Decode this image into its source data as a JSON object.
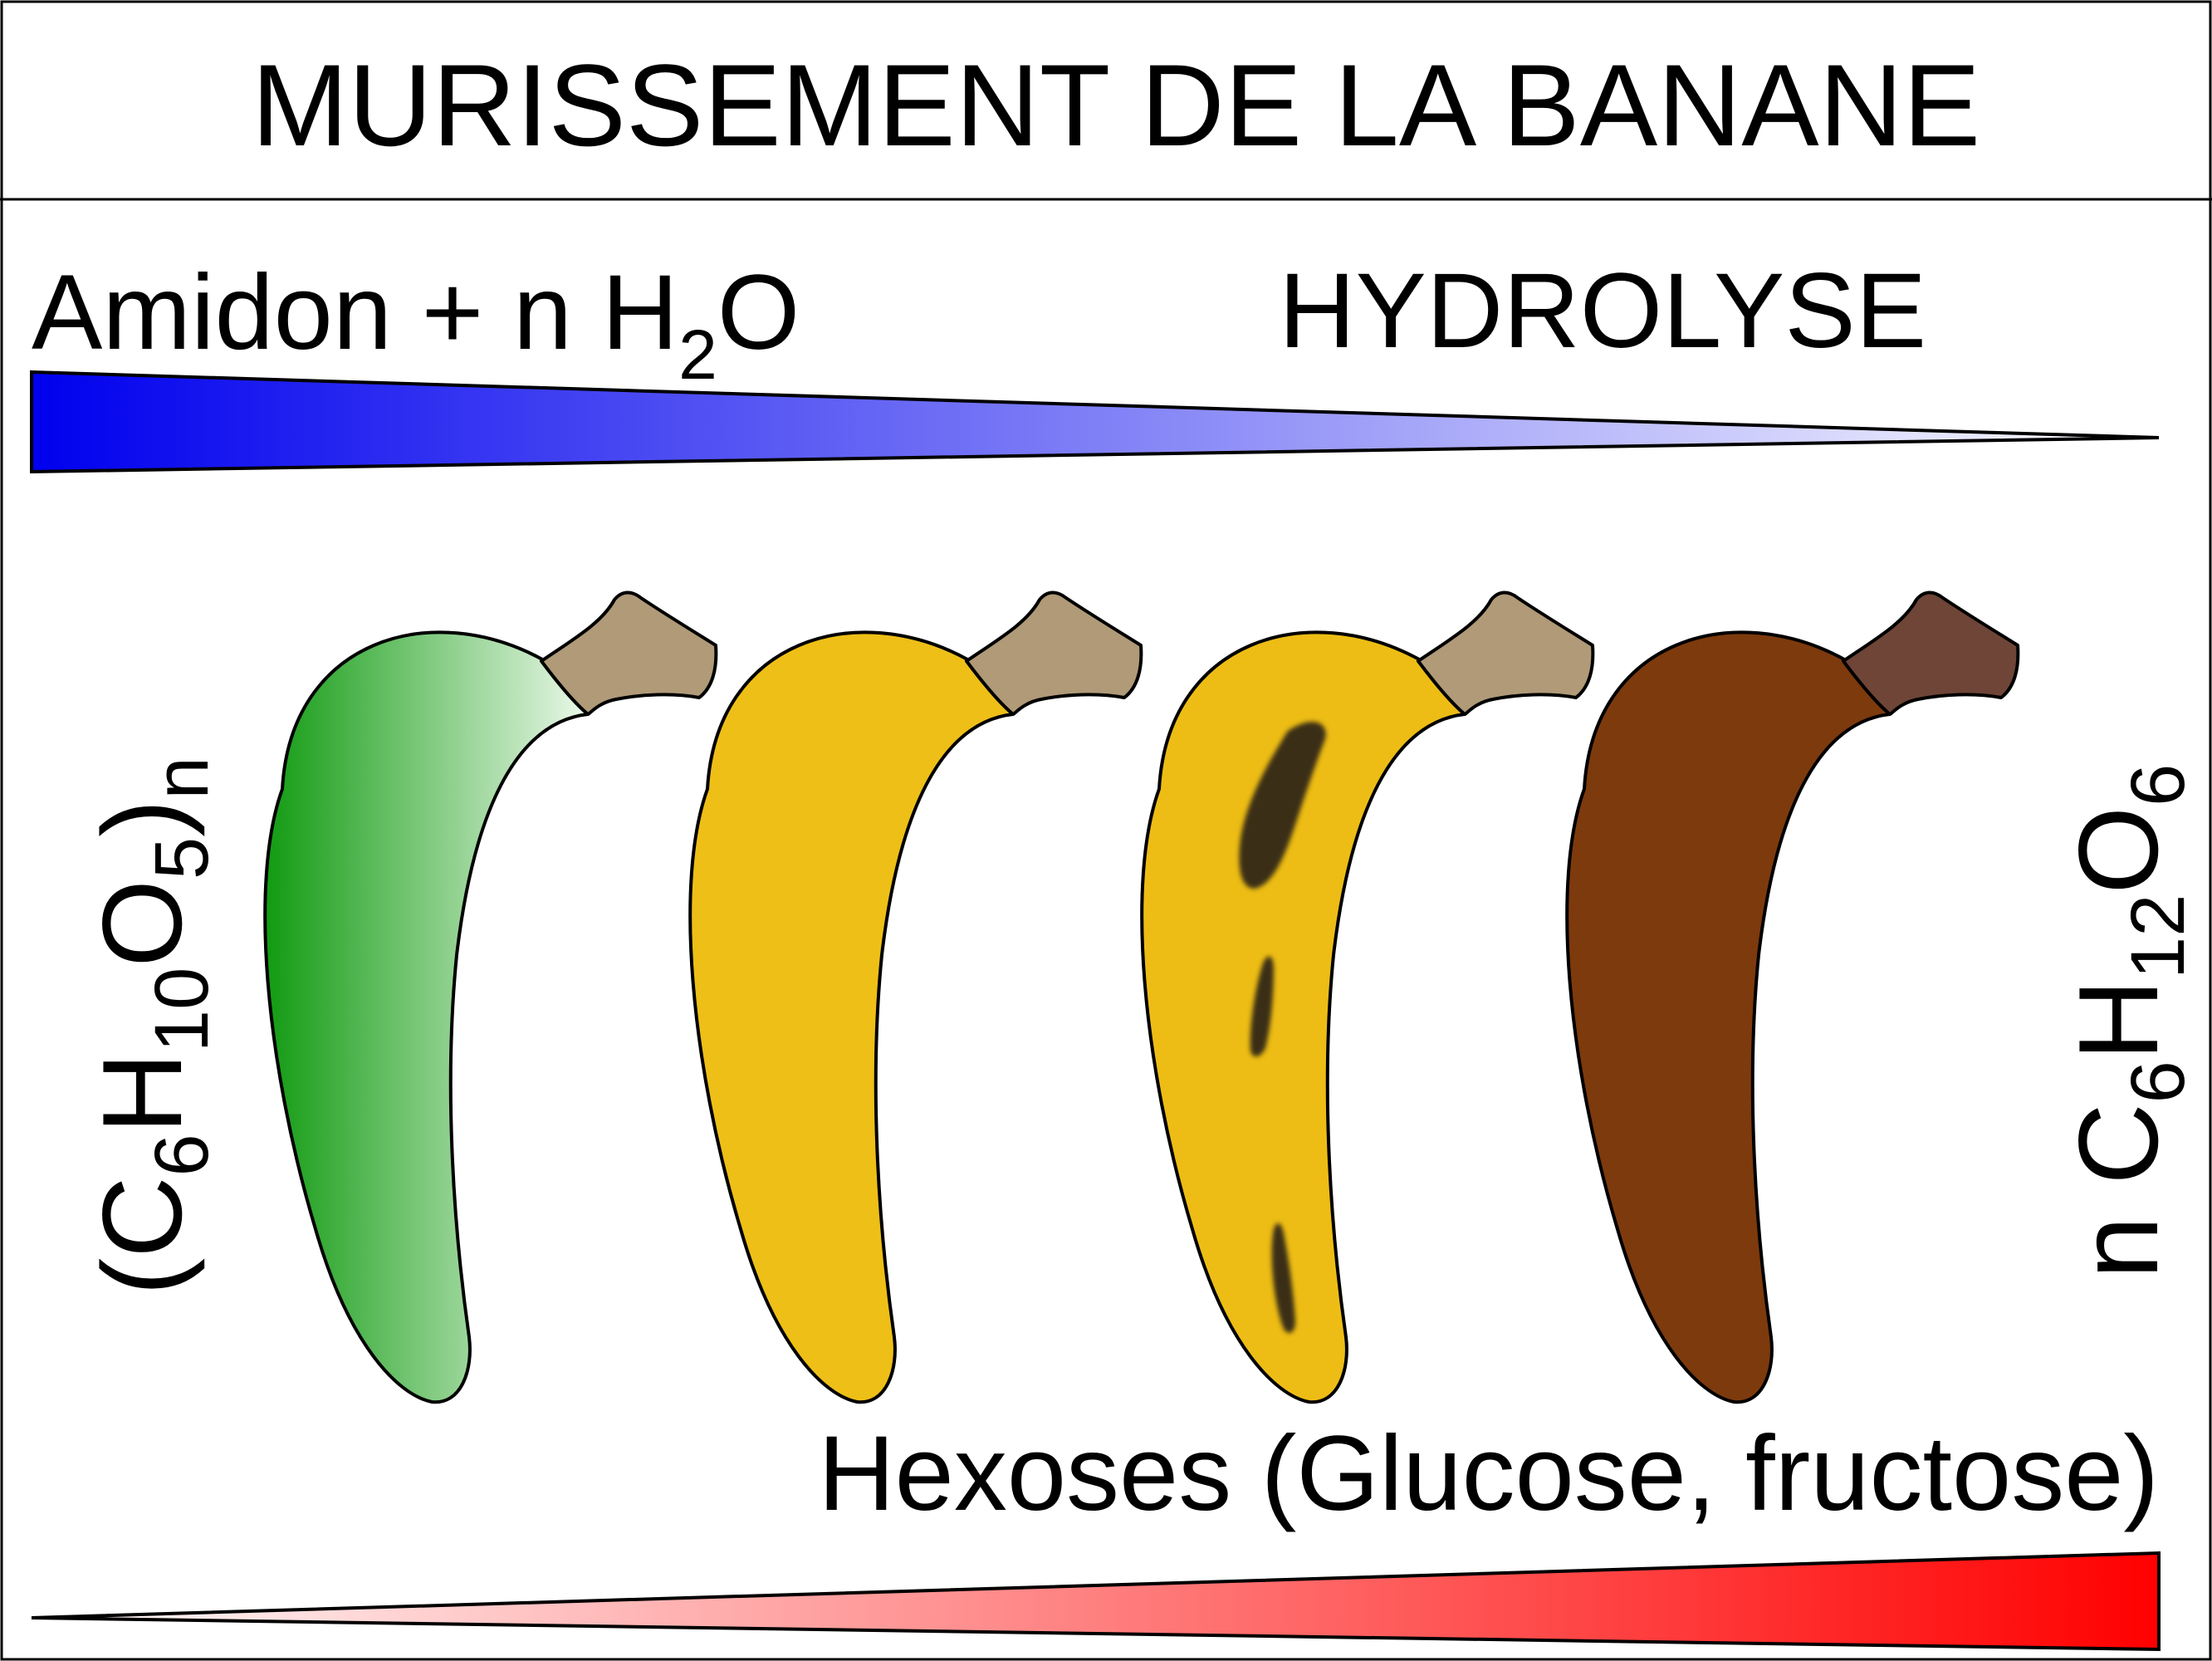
{
  "title": "MURISSEMENT DE LA BANANE",
  "reactant": {
    "base": "Amidon + n H",
    "sub": "2",
    "tail": "O"
  },
  "process": "HYDROLYSE",
  "left_formula": {
    "open": "(C",
    "sub1": "6",
    "h": "H",
    "sub2": "10",
    "o": "O",
    "sub3": "5",
    "close": ")",
    "sub4": "n"
  },
  "right_formula": {
    "prefix": "n C",
    "sub1": "6",
    "h": "H",
    "sub2": "12",
    "o": "O",
    "sub3": "6"
  },
  "product": "Hexoses (Glucose, fructose)",
  "colors": {
    "starch_gradient": [
      "#0000ee",
      "#ffffff"
    ],
    "sugar_gradient": [
      "#ffffff",
      "#ff0000"
    ],
    "stem": "#b09a78",
    "stem_ripe": "#6e4537",
    "spots": "#3b2e13",
    "stages": [
      {
        "name": "green",
        "dark": "#129b12",
        "light": "#f2fbf0"
      },
      {
        "name": "yellow",
        "dark": "#eebf17",
        "light": "#fef8e8"
      },
      {
        "name": "yellow-spotted",
        "dark": "#edbd15",
        "light": "#fef6dd"
      },
      {
        "name": "brown",
        "dark": "#7d3a0d",
        "light": "#f6eeeb"
      }
    ]
  }
}
